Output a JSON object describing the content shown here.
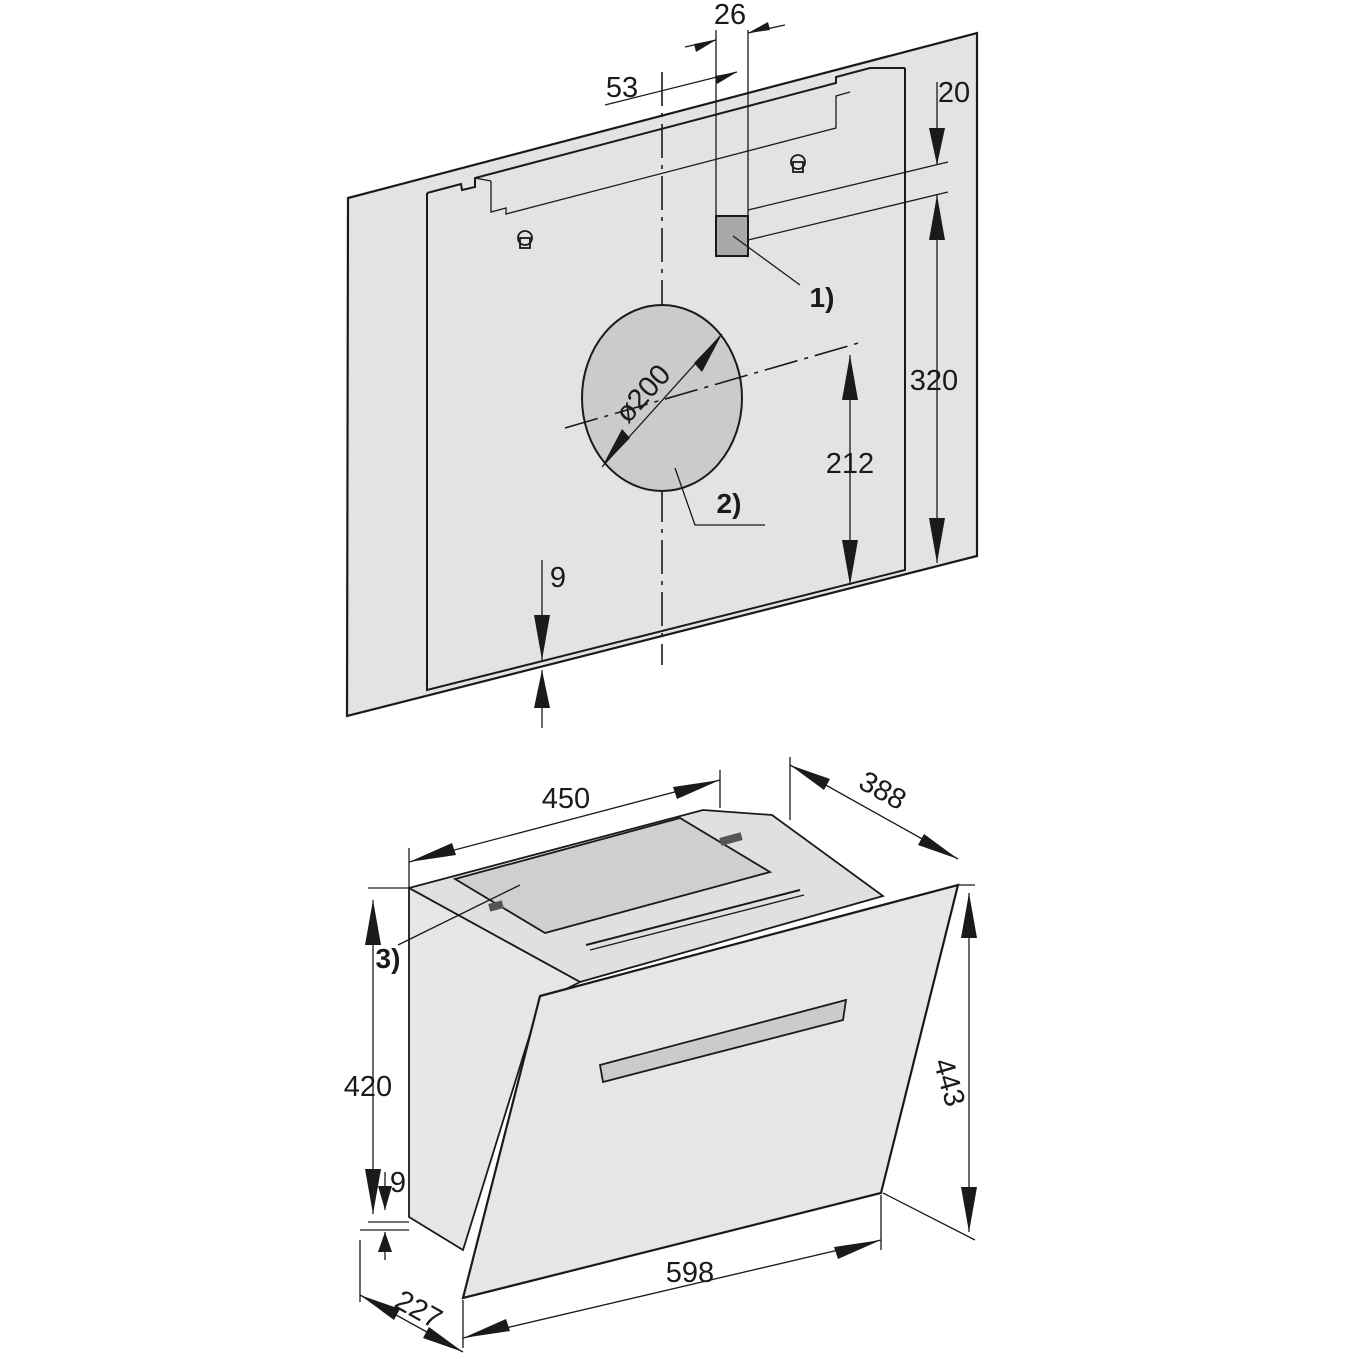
{
  "wall_template": {
    "dimensions": {
      "top_offset": "26",
      "center_offset": "53",
      "top_margin": "20",
      "outlet_height": "320",
      "duct_center_height": "212",
      "bottom_margin": "9",
      "duct_diameter": "ø200"
    },
    "callouts": {
      "electrical_connection": "1)",
      "duct_opening": "2)"
    }
  },
  "hood_unit": {
    "dimensions": {
      "top_width": "450",
      "depth": "388",
      "body_height": "420",
      "front_height": "443",
      "bottom_gap": "9",
      "front_width": "598",
      "bottom_depth": "227"
    },
    "callouts": {
      "grease_filter": "3)"
    }
  },
  "colors": {
    "panel_fill": "#e3e3e3",
    "filter_fill": "#cfcfcf",
    "line": "#1a1a1a",
    "background": "#ffffff"
  }
}
